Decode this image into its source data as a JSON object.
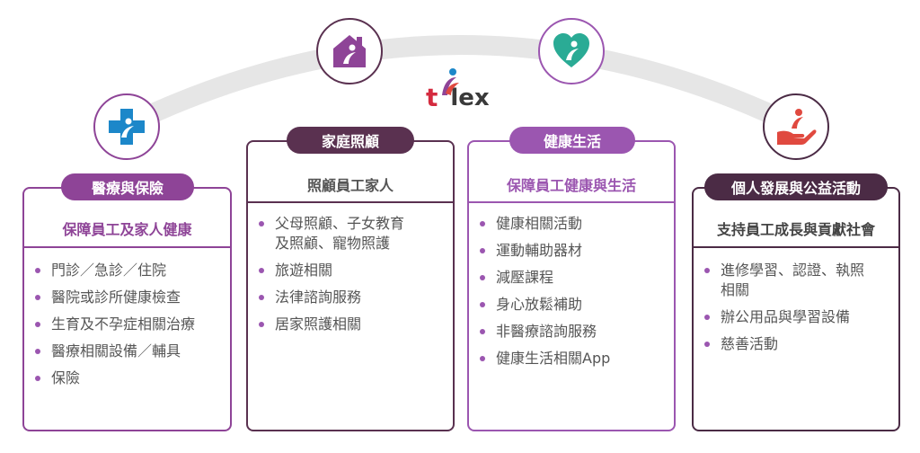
{
  "logo": {
    "t": "t",
    "rest": "lex"
  },
  "colors": {
    "medical": "#8e4497",
    "family": "#5a3150",
    "health": "#9b56b0",
    "personal": "#4b2b45",
    "arc": "#e6e6e6",
    "blue": "#1c87c9",
    "green": "#2aab95",
    "red": "#e0493f",
    "bullet": "#9b56b0"
  },
  "icons": {
    "medical": "medical-cross-icon",
    "family": "home-icon",
    "health": "heart-icon",
    "personal": "helping-hand-icon"
  },
  "sections": {
    "medical": {
      "title": "醫療與保險",
      "subtitle": "保障員工及家人健康",
      "items": [
        "門診／急診／住院",
        "醫院或診所健康檢查",
        "生育及不孕症相關治療",
        "醫療相關設備／輔具",
        "保險"
      ]
    },
    "family": {
      "title": "家庭照顧",
      "subtitle": "照顧員工家人",
      "items": [
        "父母照顧、子女教育",
        "及照顧、寵物照護",
        "旅遊相關",
        "法律諮詢服務",
        "居家照護相關"
      ]
    },
    "health": {
      "title": "健康生活",
      "subtitle": "保障員工健康與生活",
      "items": [
        "健康相關活動",
        "運動輔助器材",
        "減壓課程",
        "身心放鬆補助",
        "非醫療諮詢服務",
        "健康生活相關App"
      ]
    },
    "personal": {
      "title": "個人發展與公益活動",
      "subtitle": "支持員工成長與貢獻社會",
      "items": [
        "進修學習、認證、執照",
        "相關",
        "辦公用品與學習設備",
        "慈善活動"
      ]
    }
  }
}
